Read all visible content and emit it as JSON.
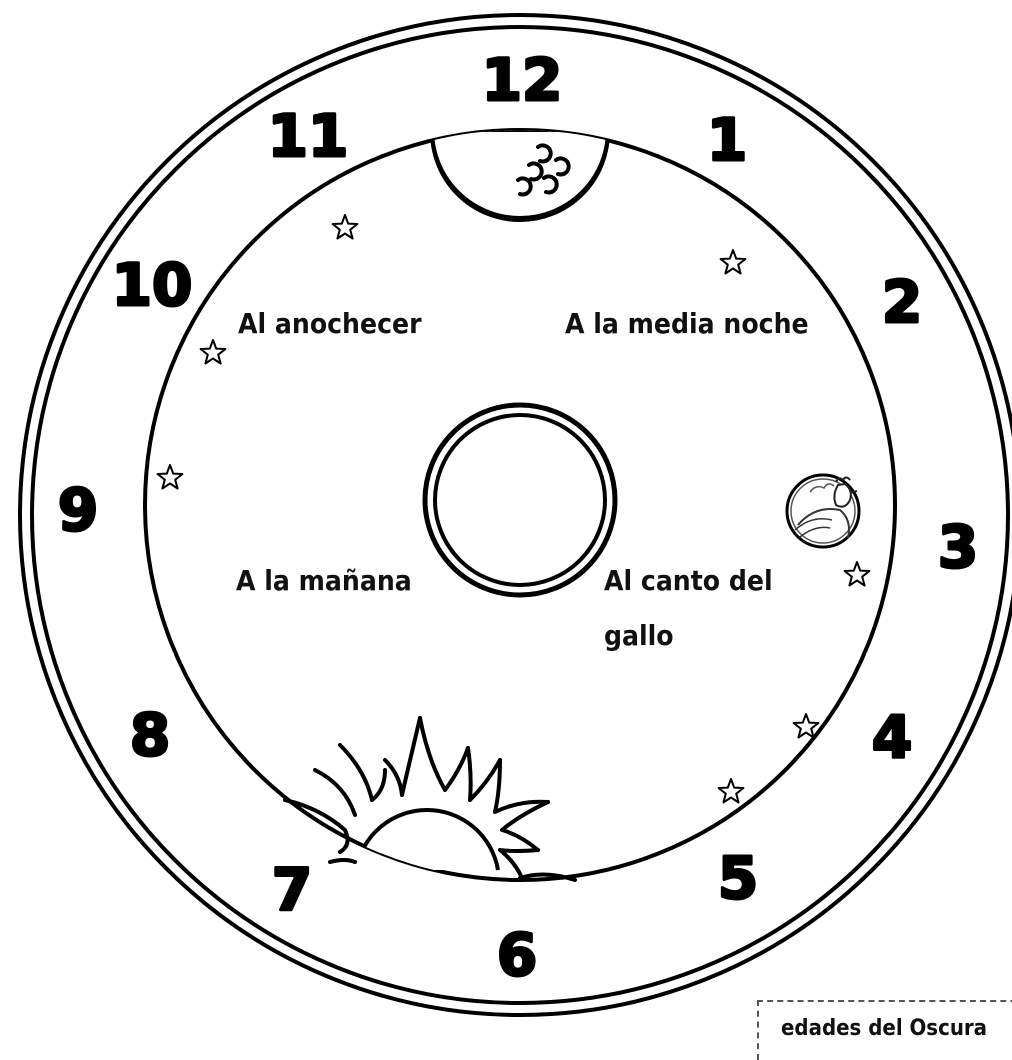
{
  "clock": {
    "hour_labels": [
      "12",
      "1",
      "2",
      "3",
      "4",
      "5",
      "6",
      "7",
      "8",
      "9",
      "10",
      "11"
    ],
    "watch_labels": {
      "evening": "Al anochecer",
      "midnight": "A la media noche",
      "morning": "A la mañana",
      "rooster_line1": "Al canto del",
      "rooster_line2": "gallo"
    },
    "icons": [
      "moon-icon",
      "sun-icon",
      "rooster-icon",
      "star-icon"
    ]
  },
  "footer": {
    "text": "edades del Oscura"
  }
}
